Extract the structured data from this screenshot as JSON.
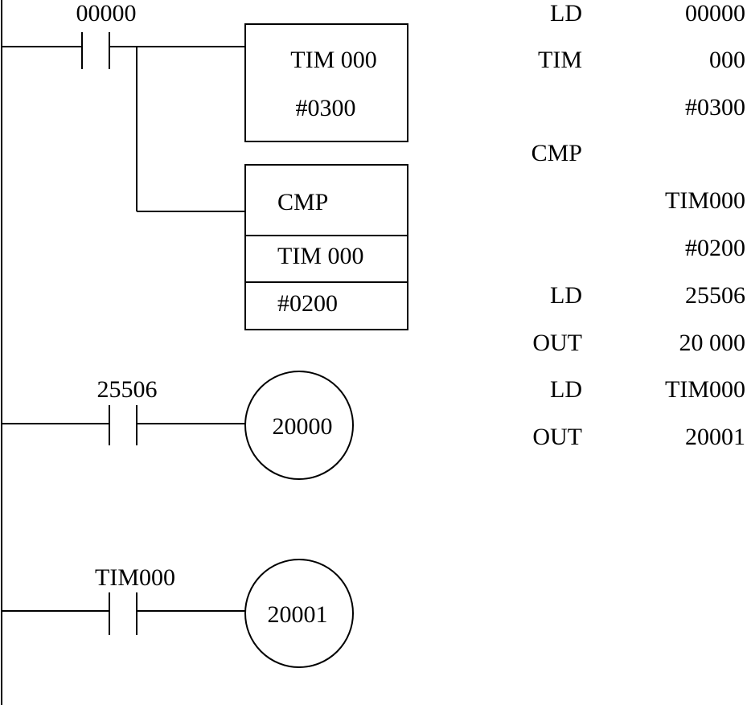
{
  "ladder": {
    "rung1": {
      "contact_label": "00000",
      "tim_box": {
        "line1": "TIM 000",
        "line2": "#0300"
      },
      "cmp_box": {
        "line1": "CMP",
        "line2": "TIM 000",
        "line3": "#0200"
      }
    },
    "rung2": {
      "contact_label": "25506",
      "coil_label": "20000"
    },
    "rung3": {
      "contact_label": "TIM000",
      "coil_label": "20001"
    }
  },
  "mnemonic": [
    {
      "instr": "LD",
      "operand": "00000"
    },
    {
      "instr": "TIM",
      "operand": "000"
    },
    {
      "instr": "",
      "operand": "#0300"
    },
    {
      "instr": "CMP",
      "operand": ""
    },
    {
      "instr": "",
      "operand": "TIM000"
    },
    {
      "instr": "",
      "operand": "#0200"
    },
    {
      "instr": "LD",
      "operand": "25506"
    },
    {
      "instr": "OUT",
      "operand": "20 000"
    },
    {
      "instr": "LD",
      "operand": "TIM000"
    },
    {
      "instr": "OUT",
      "operand": "20001"
    }
  ]
}
